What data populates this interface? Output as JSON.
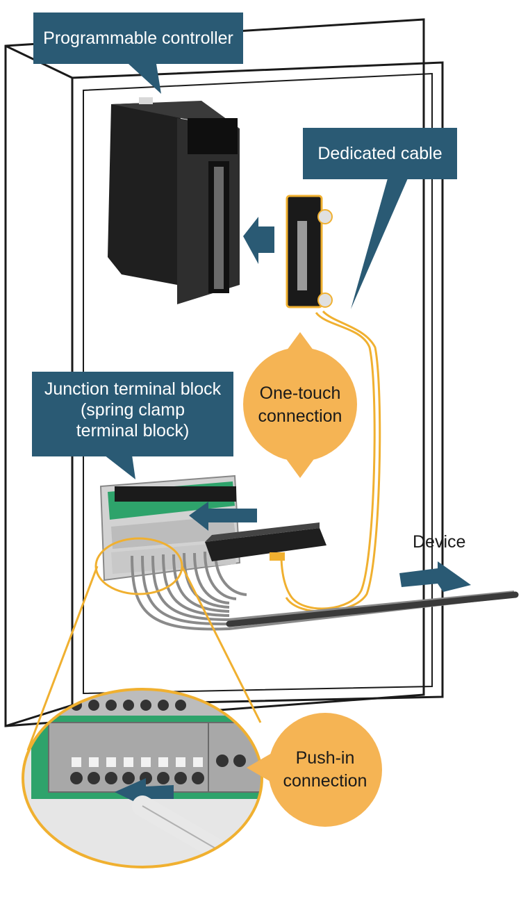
{
  "labels": {
    "programmable_controller": "Programmable controller",
    "dedicated_cable": "Dedicated cable",
    "junction_terminal_block": [
      "Junction terminal block",
      "(spring clamp",
      "terminal block)"
    ],
    "one_touch": [
      "One-touch",
      "connection"
    ],
    "push_in": [
      "Push-in",
      "connection"
    ],
    "device": "Device"
  },
  "colors": {
    "callout_bg": "#2a5a74",
    "accent_orange": "#f5b454",
    "line_orange": "#f0b030",
    "arrow_blue": "#2a5a74",
    "pcb_green": "#2ea36b",
    "module_dark": "#2a2a2a"
  }
}
